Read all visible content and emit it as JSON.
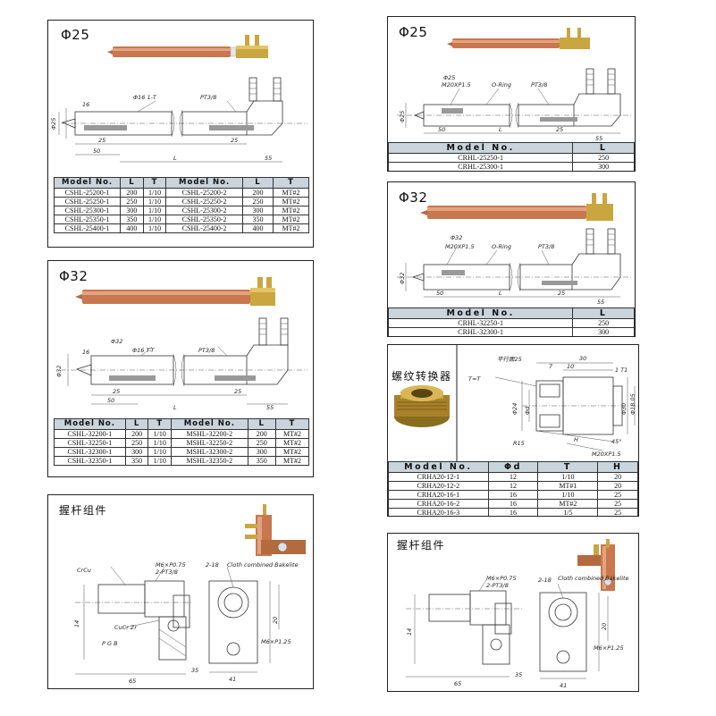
{
  "colors": {
    "copper": "#c8774f",
    "copper_dark": "#9c5a36",
    "brass": "#c9a640",
    "brass_dark": "#8a6d1e",
    "table_header": "#c9d4dc",
    "border": "#222222"
  },
  "panels": {
    "p1": {
      "title": "Φ25",
      "drawing_labels": {
        "d1": "Φ16 1-T",
        "d2": "PT3/8",
        "d3": "25",
        "d4": "25",
        "d5": "50",
        "d6": "L",
        "d7": "55",
        "d8": "Φ25",
        "d9": "16"
      },
      "table": {
        "headers": [
          "Model No.",
          "L",
          "T",
          "Model No.",
          "L",
          "T"
        ],
        "rows": [
          [
            "CSHL-25200-1",
            "200",
            "1/10",
            "CSHL-25200-2",
            "200",
            "MT#2"
          ],
          [
            "CSHL-25250-1",
            "250",
            "1/10",
            "CSHL-25250-2",
            "250",
            "MT#2"
          ],
          [
            "CSHL-25300-1",
            "300",
            "1/10",
            "CSHL-25300-2",
            "300",
            "MT#2"
          ],
          [
            "CSHL-25350-1",
            "350",
            "1/10",
            "CSHL-25350-2",
            "350",
            "MT#2"
          ],
          [
            "CSHL-25400-1",
            "400",
            "1/10",
            "CSHL-25400-2",
            "400",
            "MT#2"
          ]
        ]
      }
    },
    "p2": {
      "title": "Φ25",
      "drawing_labels": {
        "d1": "Φ25",
        "d2": "M20XP1.5",
        "d3": "O-Ring",
        "d4": "PT3/8",
        "d5": "Φ25",
        "d6": "50",
        "d7": "L",
        "d8": "55",
        "d9": "25"
      },
      "table": {
        "headers": [
          "Model No.",
          "L"
        ],
        "rows": [
          [
            "CRHL-25250-1",
            "250"
          ],
          [
            "CRHL-25300-1",
            "300"
          ]
        ]
      }
    },
    "p3": {
      "title": "Φ32",
      "drawing_labels": {
        "d1": "Φ32",
        "d2": "Φ16 T-T",
        "d3": "PT3/8",
        "d4": "25",
        "d5": "25",
        "d6": "50",
        "d7": "L",
        "d8": "55",
        "d9": "Φ32",
        "d10": "16"
      },
      "table": {
        "headers": [
          "Model No.",
          "L",
          "T",
          "Model No.",
          "L",
          "T"
        ],
        "rows": [
          [
            "CSHL-32200-1",
            "200",
            "1/10",
            "MSHL-32200-2",
            "200",
            "MT#2"
          ],
          [
            "CSHL-32250-1",
            "250",
            "1/10",
            "MSHL-32250-2",
            "250",
            "MT#2"
          ],
          [
            "CSHL-32300-1",
            "300",
            "1/10",
            "MSHL-32300-2",
            "300",
            "MT#2"
          ],
          [
            "CSHL-32350-1",
            "350",
            "1/10",
            "MSHL-32350-2",
            "350",
            "MT#2"
          ]
        ]
      }
    },
    "p4": {
      "title": "Φ32",
      "drawing_labels": {
        "d1": "Φ32",
        "d2": "M20XP1.5",
        "d3": "O-Ring",
        "d4": "PT3/8",
        "d5": "Φ32",
        "d6": "50",
        "d7": "L",
        "d8": "55",
        "d9": "25"
      },
      "table": {
        "headers": [
          "Model No.",
          "L"
        ],
        "rows": [
          [
            "CRHL-32250-1",
            "250"
          ],
          [
            "CRHL-32300-1",
            "300"
          ]
        ]
      }
    },
    "p5": {
      "title": "螺纹转换器",
      "drawing_labels": {
        "d1": "平行面25",
        "d2": "30",
        "d3": "7",
        "d4": "10",
        "d5": "T=T",
        "d6": "Φ24",
        "d7": "Φd",
        "d8": "Φ30",
        "d9": "Φ18.05",
        "d10": "M20XP1.5",
        "d11": "H",
        "d12": "R15",
        "d13": "45°",
        "d14": "1 T1"
      },
      "table": {
        "headers": [
          "Model No.",
          "Φd",
          "T",
          "H"
        ],
        "rows": [
          [
            "CRHA20-12-1",
            "12",
            "1/10",
            "20"
          ],
          [
            "CRHA20-12-2",
            "12",
            "MT#1",
            "20"
          ],
          [
            "CRHA20-16-1",
            "16",
            "1/10",
            "25"
          ],
          [
            "CRHA20-16-2",
            "16",
            "MT#2",
            "25"
          ],
          [
            "CRHA20-16-3",
            "16",
            "1/5",
            "25"
          ]
        ]
      }
    },
    "p6": {
      "title": "握杆组件",
      "drawing_labels": {
        "d1": "CrCu",
        "d2": "M6×P0.75",
        "d3": "2-PT3/8",
        "d4": "2-18",
        "d5": "Cloth combined Bakelite",
        "d6": "CuCr Zr",
        "d7": "M6×P1.25",
        "d8": "P G B",
        "d9": "65",
        "d10": "41",
        "d11": "35",
        "d12": "20",
        "d13": "14"
      }
    },
    "p7": {
      "title": "握杆组件",
      "drawing_labels": {
        "d1": "M6×P0.75",
        "d2": "2-PT3/8",
        "d3": "2-18",
        "d4": "Cloth combined Bakelite",
        "d5": "M6×P1.25",
        "d6": "65",
        "d7": "41",
        "d8": "35",
        "d9": "20",
        "d10": "14"
      }
    }
  }
}
